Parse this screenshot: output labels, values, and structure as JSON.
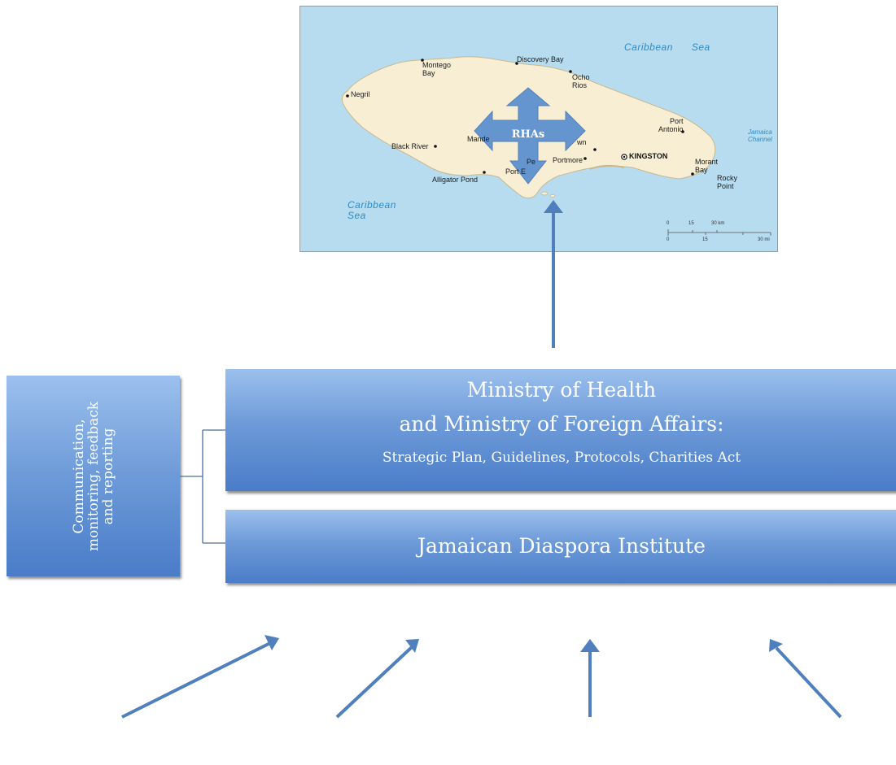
{
  "map": {
    "cities": {
      "montego_bay": "Montego\nBay",
      "discovery_bay": "Discovery Bay",
      "ocho_rios": "Ocho\nRios",
      "negril": "Negril",
      "port_antonio": "Port\nAntonio",
      "mandeville": "Mande",
      "black_river": "Black River",
      "kingston": "KINGSTON",
      "portmore": "Portmore",
      "morant_bay": "Morant\nBay",
      "rocky_point": "Rocky\nPoint",
      "alligator_pond": "Alligator Pond",
      "port_esquivel": "Port E",
      "spanish_town_fragment": "wn",
      "may_pen_fragment": "Pe"
    },
    "seas": {
      "north": "Caribbean      Sea",
      "south": "Caribbean\nSea",
      "channel": "Jamaica\nChannel"
    },
    "scale": {
      "km_ticks": [
        "0",
        "15",
        "30 km"
      ],
      "mi_ticks": [
        "0",
        "15",
        "30 mi"
      ]
    },
    "rha_label": "RHAs"
  },
  "ministry_box": {
    "line1": "Ministry of Health",
    "line2": "and Ministry of Foreign Affairs:",
    "line3": "Strategic Plan, Guidelines, Protocols, Charities Act"
  },
  "jdi_box": {
    "label": "Jamaican Diaspora Institute"
  },
  "comm_box": {
    "label": "Communication,\nmonitoring, feedback\nand reporting"
  },
  "colors": {
    "box_light": "#9cc0ee",
    "box_dark": "#4a7cc8",
    "arrow": "#4f80bd",
    "land": "#f7eed3",
    "sea": "#b8dcef"
  }
}
